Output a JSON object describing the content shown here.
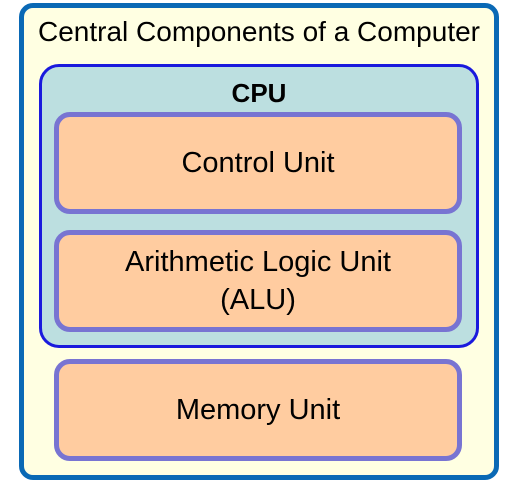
{
  "diagram": {
    "title": "Central Components of a Computer",
    "cpu": {
      "label": "CPU",
      "control_unit": "Control Unit",
      "alu_line1": "Arithmetic Logic Unit",
      "alu_line2": "(ALU)"
    },
    "memory_unit": "Memory Unit"
  },
  "colors": {
    "outer_fill": "#ffffe2",
    "outer_border": "#0a69b5",
    "cpu_fill": "#bcdfe0",
    "cpu_border": "#1a1add",
    "unit_fill": "#ffcca0",
    "unit_border": "#7874d2"
  }
}
